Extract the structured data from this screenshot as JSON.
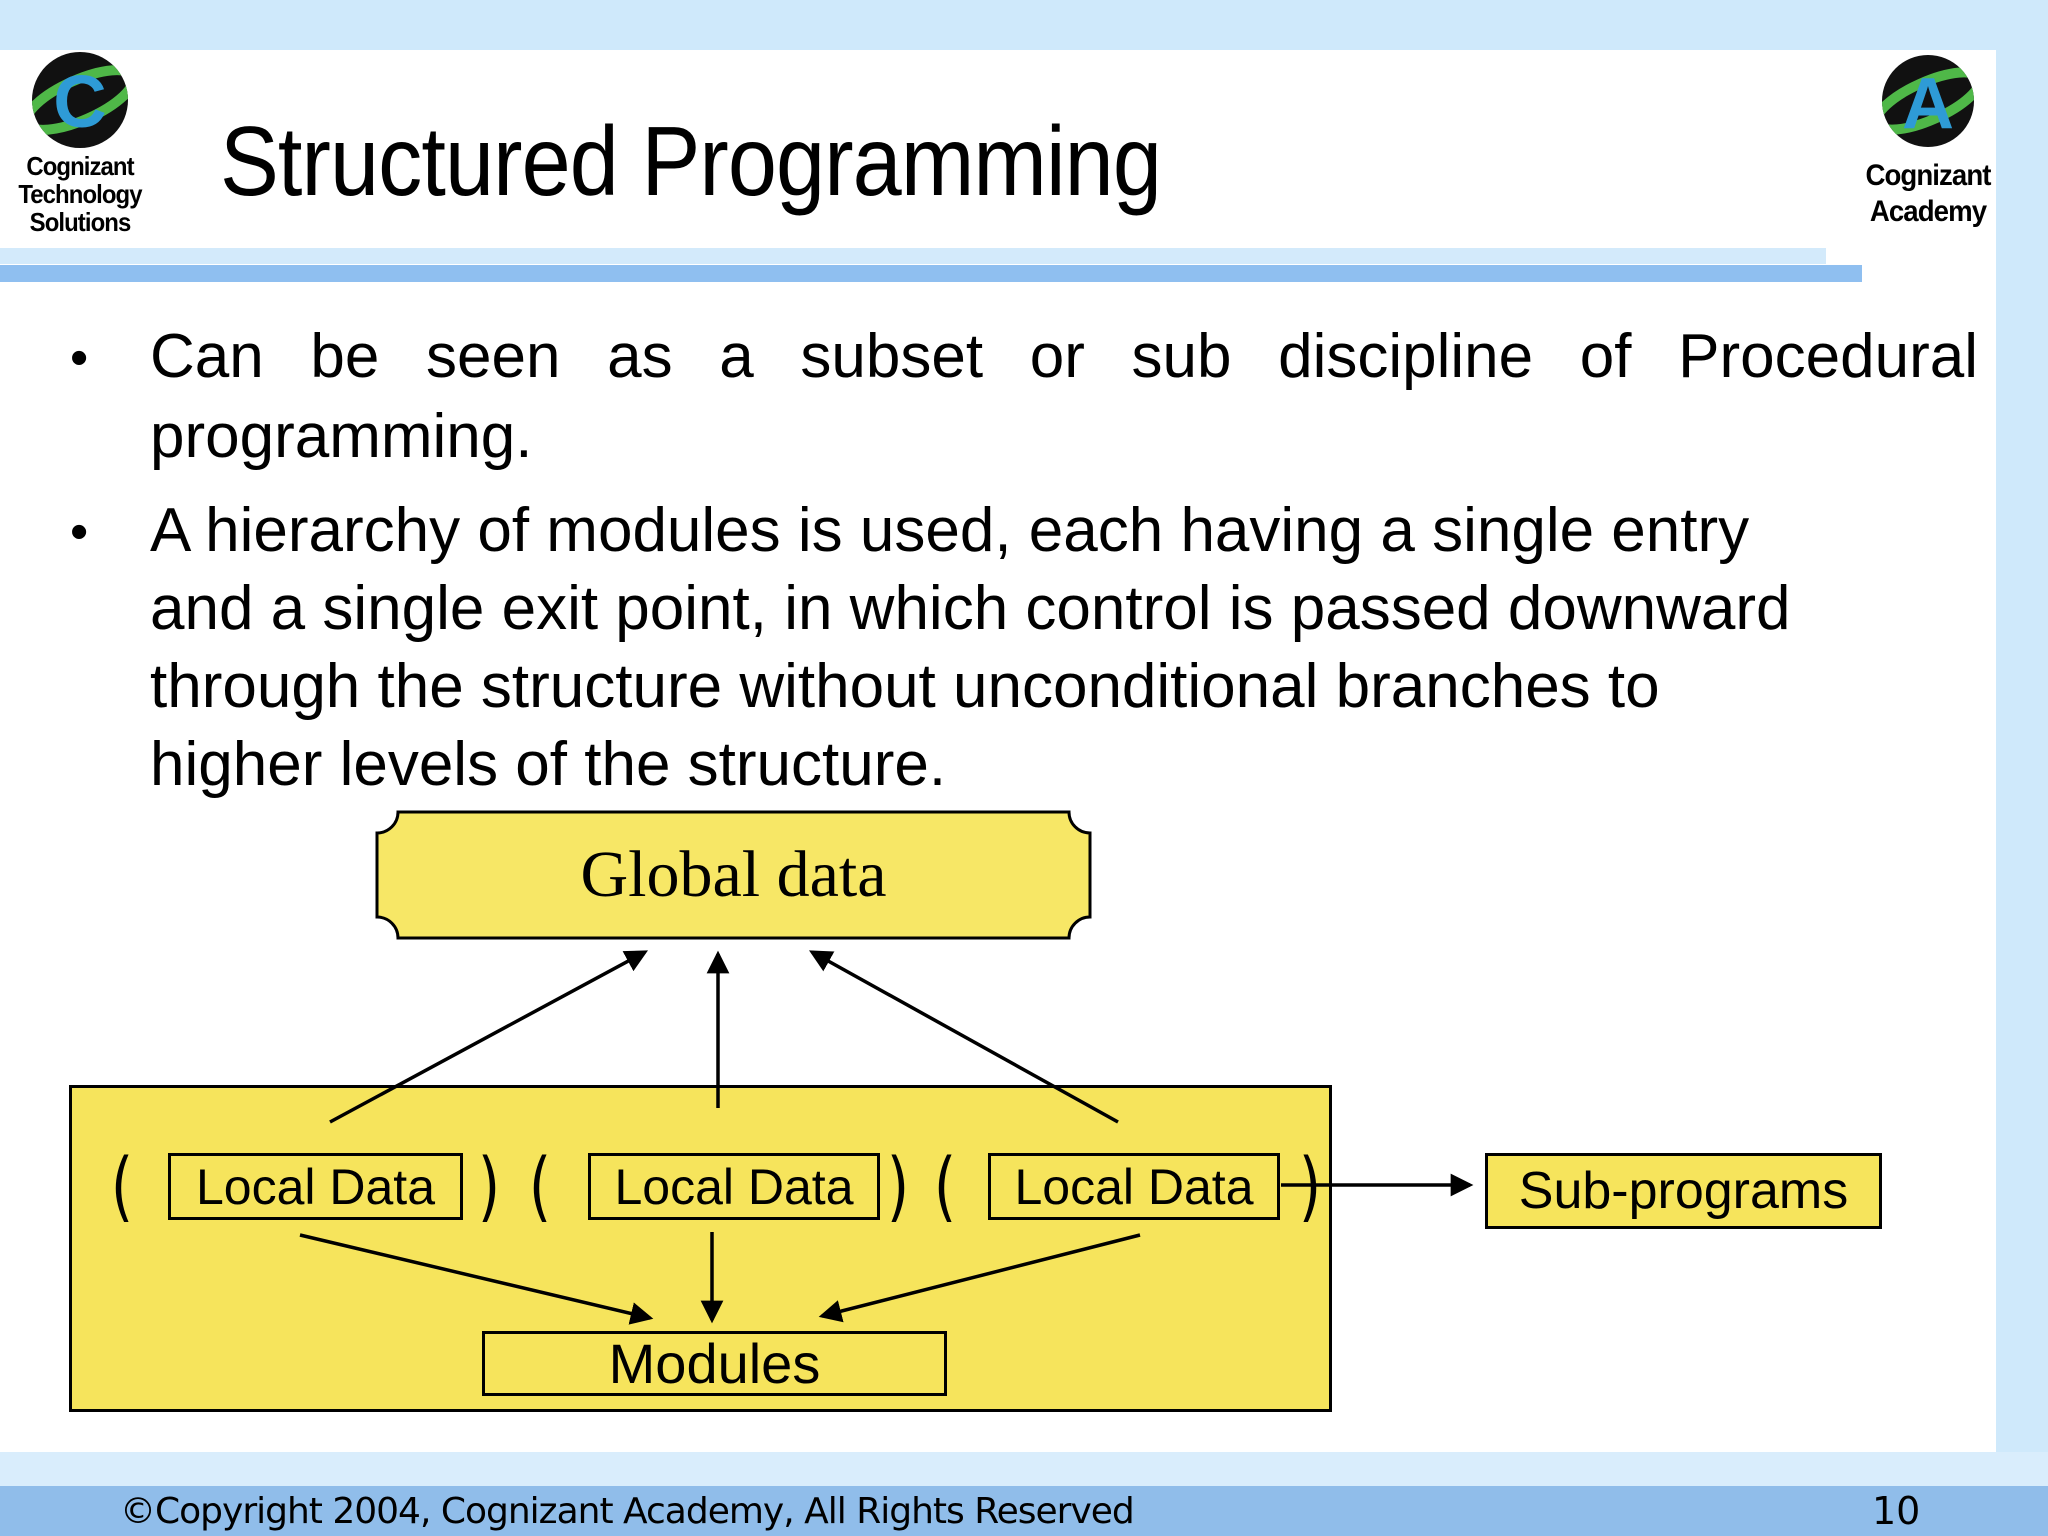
{
  "page": {
    "title": "Structured Programming",
    "bullet_glyph": "•",
    "bullets": [
      {
        "lines": [
          "Can be seen as a subset or sub discipline of Procedural",
          "programming."
        ]
      },
      {
        "lines": [
          "A hierarchy of modules is used, each having a single entry",
          "and a single exit point, in which control is passed downward",
          "through the structure without unconditional branches to",
          "higher levels of the structure."
        ]
      }
    ],
    "logo_left": {
      "monogram": "C",
      "lines": [
        "Cognizant",
        "Technology",
        "Solutions"
      ]
    },
    "logo_right": {
      "monogram": "A",
      "lines": [
        "Cognizant",
        "Academy"
      ]
    },
    "diagram": {
      "global_data_label": "Global data",
      "local_data_label": "Local Data",
      "modules_label": "Modules",
      "sub_programs_label": "Sub-programs",
      "paren_open": "(",
      "paren_close": ")"
    },
    "footer": {
      "copyright": "©Copyright 2004, Cognizant Academy, All Rights Reserved",
      "page_number": "10"
    },
    "colors": {
      "box_yellow": "#F6E45C",
      "pale_blue": "#CFE9FB",
      "title_bar_light": "#D3EAFB",
      "title_bar_dark": "#8FBFF0",
      "footer_band_light": "#D9EDFC",
      "footer_band_dark": "#90BDEA",
      "logo_blue": "#2E9BD6",
      "logo_green": "#4FB848",
      "ink": "#000000"
    }
  }
}
